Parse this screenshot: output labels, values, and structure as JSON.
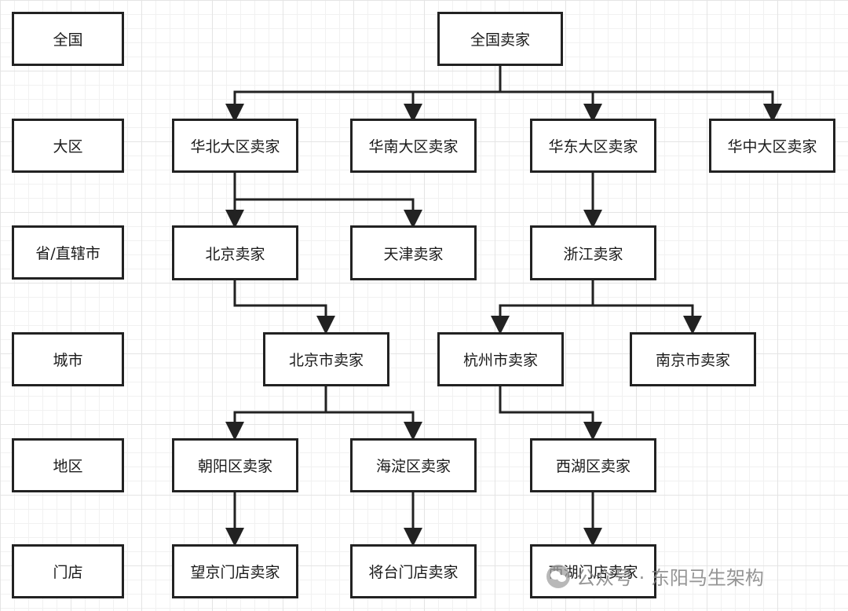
{
  "levels": [
    "全国",
    "大区",
    "省/直辖市",
    "城市",
    "地区",
    "门店"
  ],
  "nodes": {
    "national": "全国卖家",
    "north_china": "华北大区卖家",
    "south_china": "华南大区卖家",
    "east_china": "华东大区卖家",
    "central_china": "华中大区卖家",
    "beijing": "北京卖家",
    "tianjin": "天津卖家",
    "zhejiang": "浙江卖家",
    "beijing_city": "北京市卖家",
    "hangzhou_city": "杭州市卖家",
    "nanjing_city": "南京市卖家",
    "chaoyang": "朝阳区卖家",
    "haidian": "海淀区卖家",
    "xihu": "西湖区卖家",
    "wangjing_store": "望京门店卖家",
    "jiangtai_store": "将台门店卖家",
    "xihu_store": "西湖门店卖家"
  },
  "watermark": "公众号 · 东阳马生架构"
}
